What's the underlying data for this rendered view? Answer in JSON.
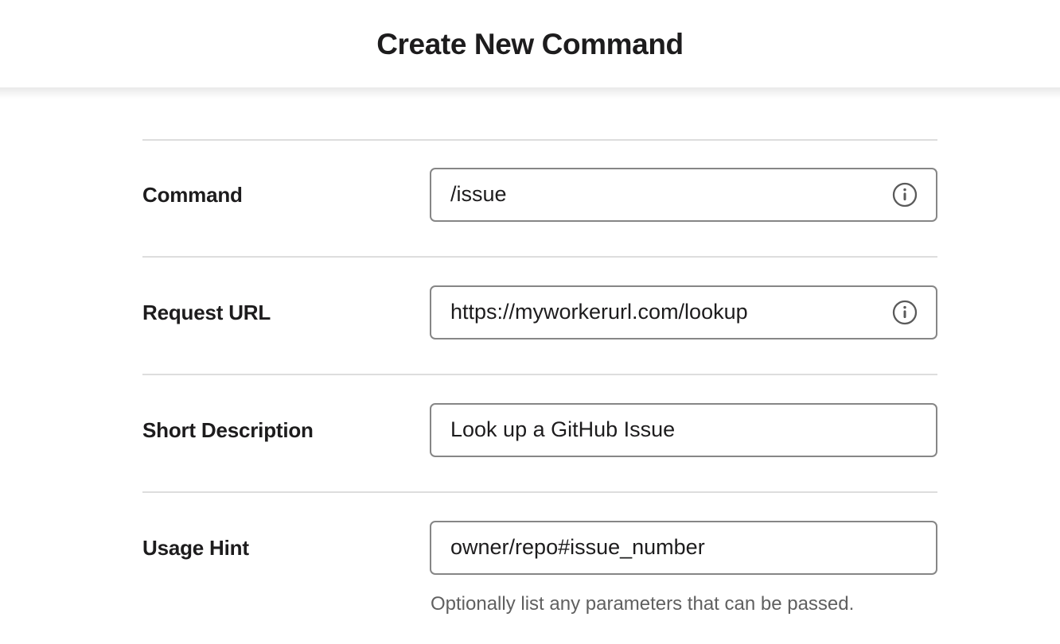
{
  "header": {
    "title": "Create New Command"
  },
  "form": {
    "rows": [
      {
        "label": "Command",
        "value": "/issue",
        "has_info_icon": true,
        "info_icon_name": "info-icon",
        "helper": null
      },
      {
        "label": "Request URL",
        "value": "https://myworkerurl.com/lookup",
        "has_info_icon": true,
        "info_icon_name": "info-icon",
        "helper": null
      },
      {
        "label": "Short Description",
        "value": "Look up a GitHub Issue",
        "has_info_icon": false,
        "info_icon_name": null,
        "helper": null
      },
      {
        "label": "Usage Hint",
        "value": "owner/repo#issue_number",
        "has_info_icon": false,
        "info_icon_name": null,
        "helper": "Optionally list any parameters that can be passed."
      }
    ]
  },
  "colors": {
    "text_primary": "#1d1c1d",
    "text_muted": "#606060",
    "input_border": "#868686",
    "divider": "#dddddd",
    "icon_stroke": "#5a5a5a",
    "background": "#ffffff"
  }
}
